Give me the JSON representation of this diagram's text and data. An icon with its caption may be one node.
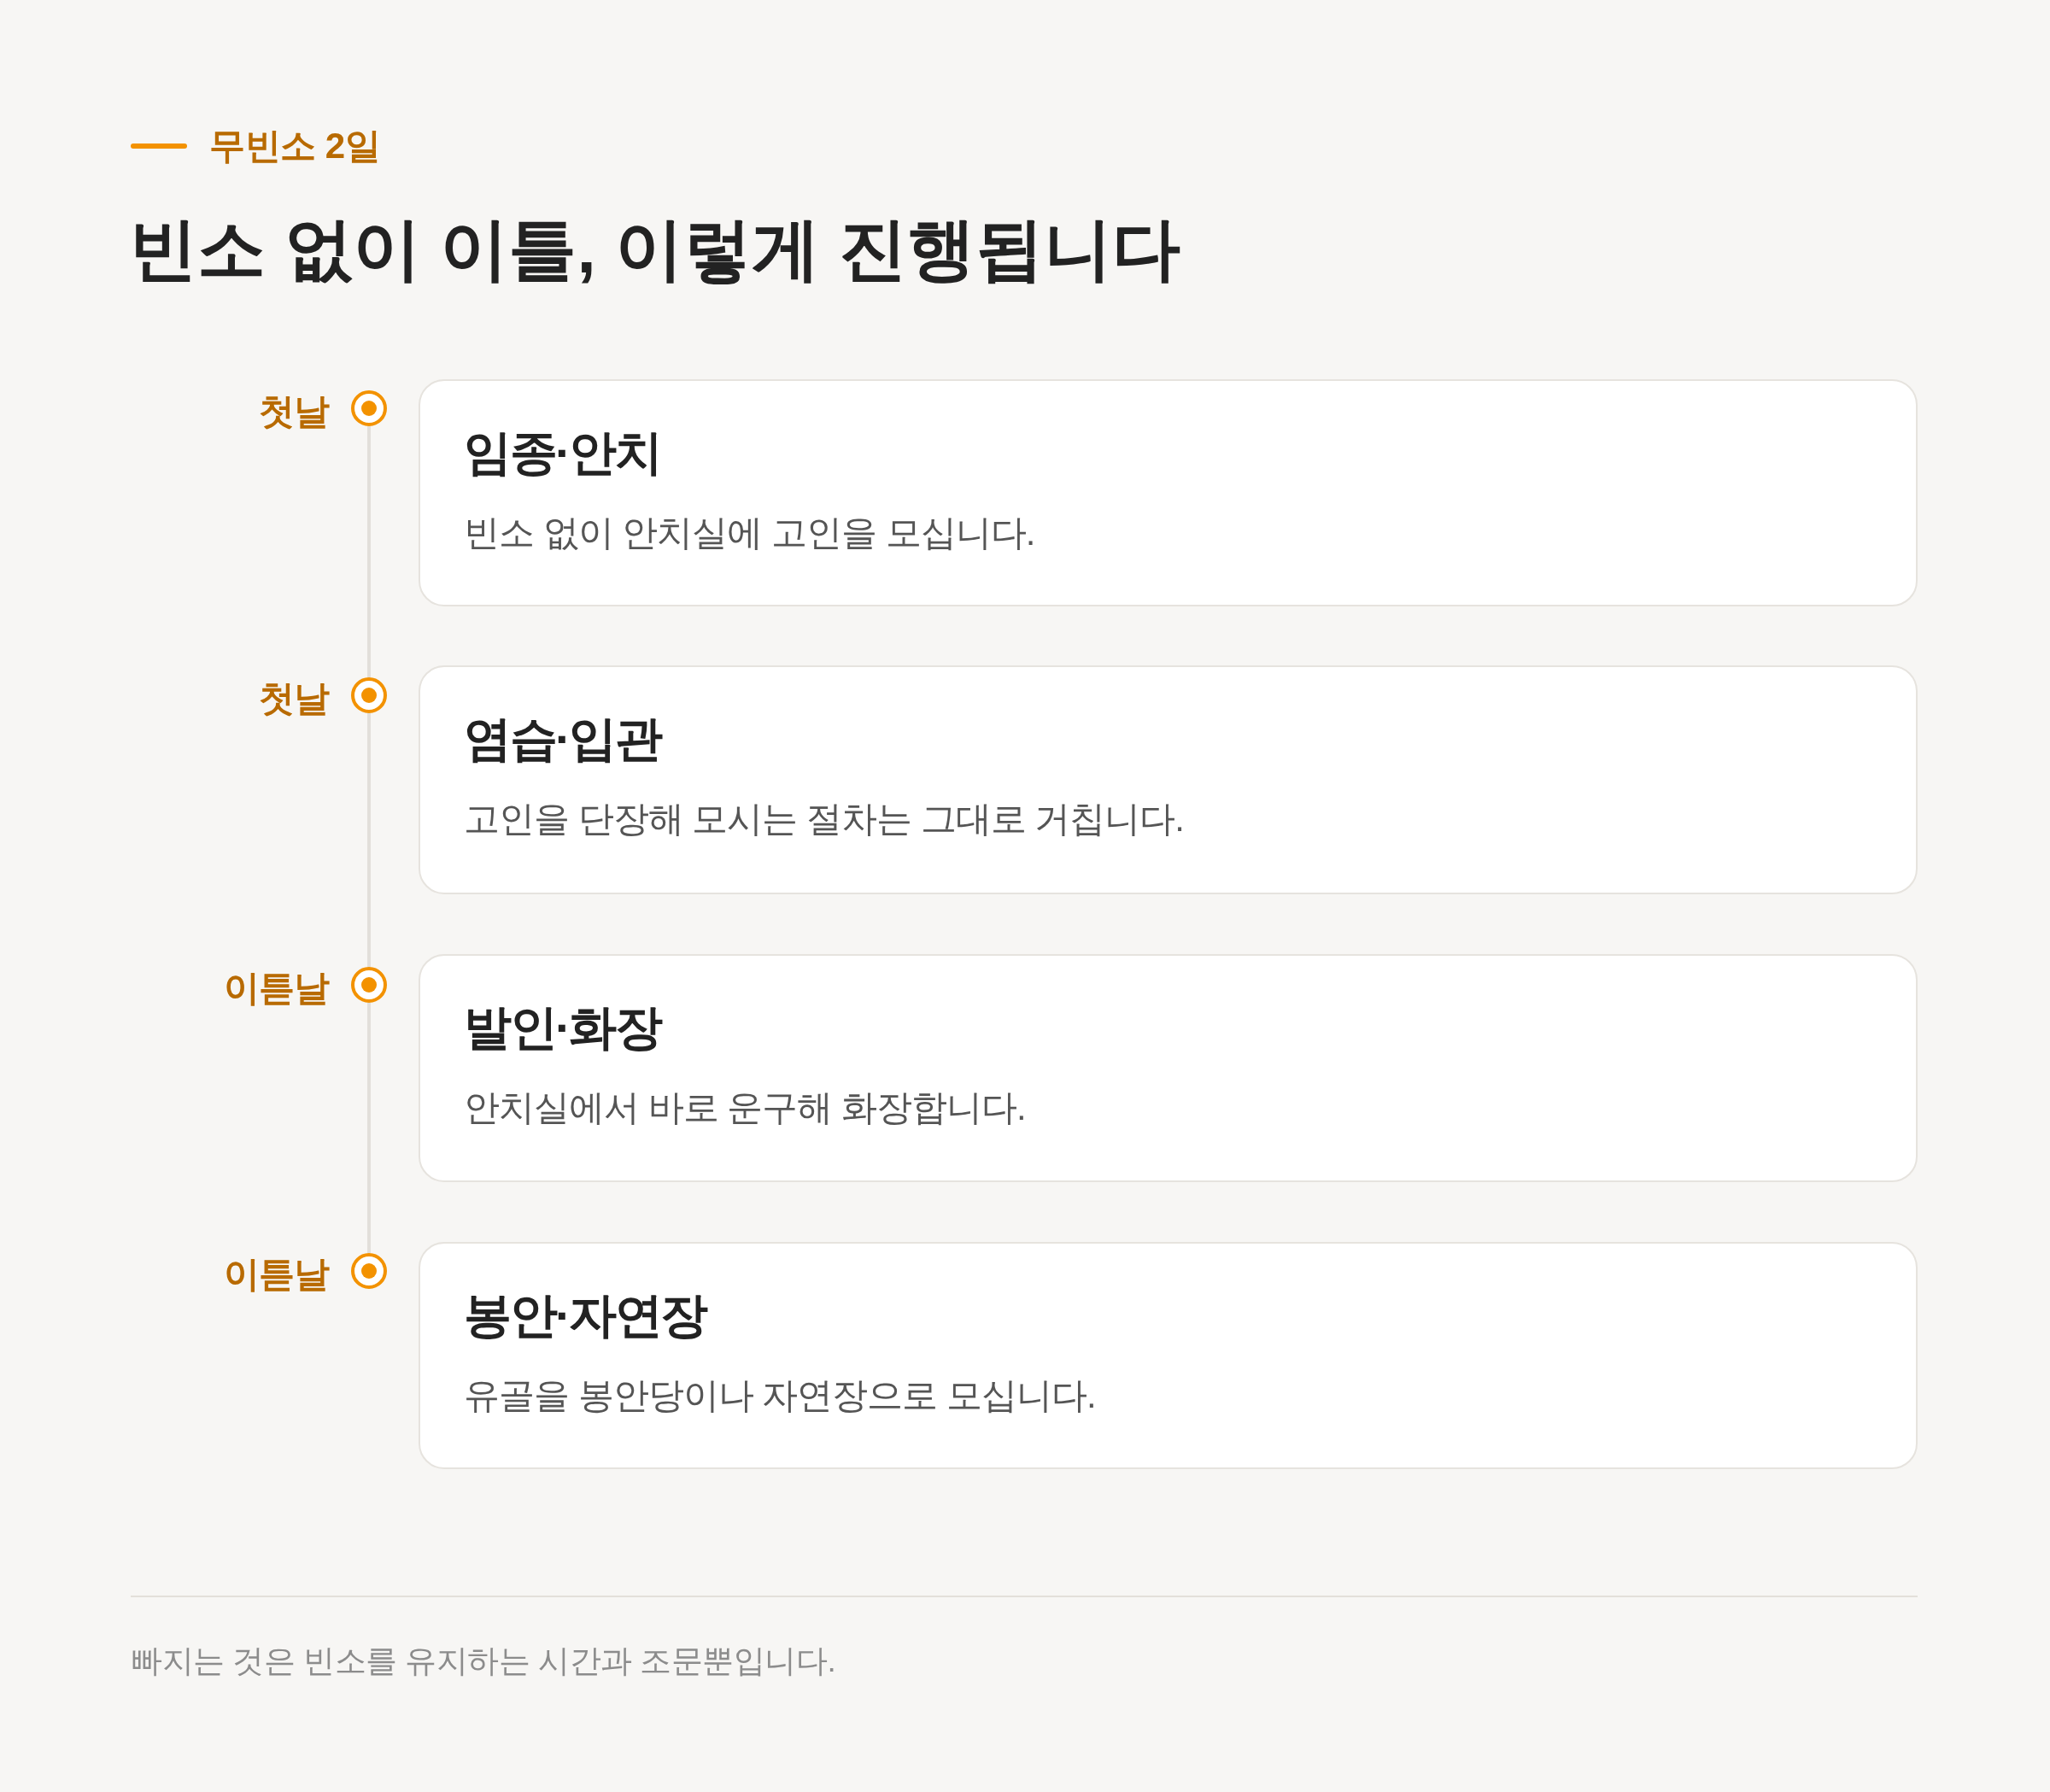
{
  "diagram": {
    "title": "빈소 없이 이틀, 이렇게 진행됩니다",
    "caption": "빠지는 것은 빈소를 유지하는 시간과 조문뿐입니다.",
    "labels": [
      "무빈소 2일"
    ],
    "nodes": [
      {
        "text": [],
        "shape": "circle",
        "beside": [
          "첫날"
        ]
      },
      {
        "text": [
          "임종·안치",
          "빈소 없이 안치실에 고인을 모십니다."
        ]
      },
      {
        "text": [],
        "shape": "circle",
        "beside": [
          "첫날"
        ]
      },
      {
        "text": [
          "염습·입관",
          "고인을 단장해 모시는 절차는 그대로 거칩니다."
        ]
      },
      {
        "text": [],
        "shape": "circle",
        "beside": [
          "이튿날"
        ]
      },
      {
        "text": [
          "발인·화장",
          "안치실에서 바로 운구해 화장합니다."
        ]
      },
      {
        "text": [],
        "shape": "circle",
        "beside": [
          "이튿날"
        ]
      },
      {
        "text": [
          "봉안·자연장",
          "유골을 봉안당이나 자연장으로 모십니다."
        ]
      }
    ],
    "edges": [
      {
        "from": 0,
        "to": 2,
        "arrow": "none"
      },
      {
        "from": 2,
        "to": 4,
        "arrow": "none"
      },
      {
        "from": 4,
        "to": 6,
        "arrow": "none"
      }
    ]
  }
}
